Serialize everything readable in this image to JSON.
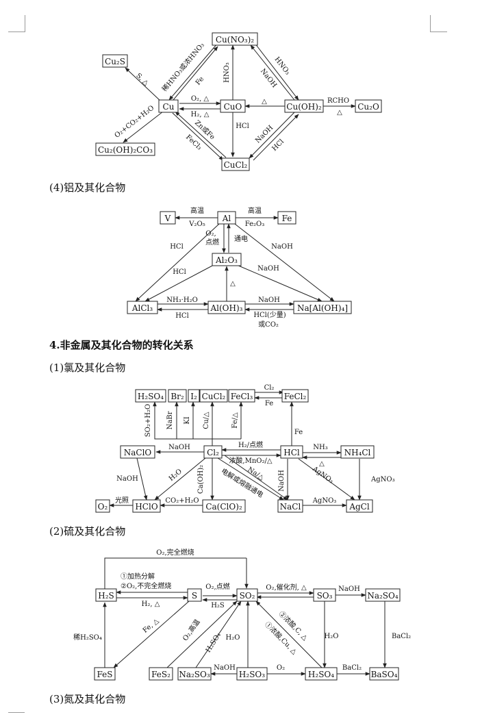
{
  "headings": {
    "al": "(4)铝及其化合物",
    "nonmetal": "4.非金属及其化合物的转化关系",
    "cl": "(1)氯及其化合物",
    "s": "(2)硫及其化合物",
    "n": "(3)氮及其化合物"
  },
  "cu": {
    "cu2s": "Cu₂S",
    "cuno32": "Cu(NO₃)₂",
    "cu": "Cu",
    "cuo": "CuO",
    "cuoh2": "Cu(OH)₂",
    "cu2o": "Cu₂O",
    "cu2oh2co3": "Cu₂(OH)₂CO₃",
    "cucl2": "CuCl₂",
    "l_s_heat": "S, △",
    "l_hno3": "稀HNO₃或浓HNO₃",
    "l_fe": "Fe",
    "l_hno3_v": "HNO₃",
    "l_hno3_2": "HNO₃",
    "l_naoh": "NaOH",
    "l_o2": "O₂, △",
    "l_h2": "H₂, △",
    "l_heat": "△",
    "l_rcho": "RCHO",
    "l_heat2": "△",
    "l_o2co2": "O₂+CO₂+H₂O",
    "l_hcl": "HCl",
    "l_znfe": "Zn或Fe",
    "l_fecl3": "FeCl₃",
    "l_naoh2": "NaOH",
    "l_hcl2": "HCl"
  },
  "al": {
    "v": "V",
    "al": "Al",
    "fe": "Fe",
    "al2o3": "Al₂O₃",
    "alcl3": "AlCl₃",
    "aloh3": "Al(OH)₃",
    "naaloh4": "Na[Al(OH)₄]",
    "l_gw1": "高温",
    "l_v2o5": "V₂O₅",
    "l_gw2": "高温",
    "l_fe2o3": "Fe₂O₃",
    "l_o2": "O₂,",
    "l_dr": "点燃",
    "l_td": "通电",
    "l_hcl1": "HCl",
    "l_naoh1": "NaOH",
    "l_hcl2": "HCl",
    "l_naoh2": "NaOH",
    "l_heat": "△",
    "l_nh3": "NH₃·H₂O",
    "l_hcl3": "HCl",
    "l_naoh3": "NaOH",
    "l_hclsl": "HCl(少量)",
    "l_co2": "或CO₂"
  },
  "cl": {
    "h2so4": "H₂SO₄",
    "br2": "Br₂",
    "i2": "I₂",
    "cucl2": "CuCl₂",
    "fecl3": "FeCl₃",
    "fecl2": "FeCl₂",
    "naclo": "NaClO",
    "cl2": "Cl₂",
    "hcl": "HCl",
    "nh4cl": "NH₄Cl",
    "o2": "O₂",
    "hclo": "HClO",
    "caclo2": "Ca(ClO)₂",
    "nacl": "NaCl",
    "agcl": "AgCl",
    "l_cl2": "Cl₂",
    "l_fe": "Fe",
    "l_so2": "SO₂+H₂O",
    "l_nabr": "NaBr",
    "l_ki": "KI",
    "l_cu": "Cu/△",
    "l_fe2": "Fe/△",
    "l_fe3": "Fe",
    "l_naoh": "NaOH",
    "l_h2": "H₂/点燃",
    "l_nh3": "NH₃",
    "l_heat": "△",
    "l_ns": "浓酸,MnO₂/△",
    "l_naoh2": "NaOH",
    "l_h2o": "H₂O",
    "l_caoh2": "Ca(OH)₂",
    "l_na": "Na/△",
    "l_dj": "电解或熔融通电",
    "l_naoh3": "NaOH",
    "l_agno3": "AgNO₃",
    "l_agno3b": "AgNO₃",
    "l_gz": "光照",
    "l_co2": "CO₂+H₂O",
    "l_agno3c": "AgNO₃"
  },
  "s": {
    "h2s": "H₂S",
    "s": "S",
    "so2": "SO₂",
    "so3": "SO₃",
    "na2so4": "Na₂SO₄",
    "fes": "FeS",
    "fes2": "FeS₂",
    "na2so3": "Na₂SO₃",
    "h2so3": "H₂SO₃",
    "h2so4": "H₂SO₄",
    "baso4": "BaSO₄",
    "l_top": "O₂,完全燃烧",
    "l_jr": "①加热分解",
    "l_bwq": "②O₂,不完全燃烧",
    "l_h2": "H₂, △",
    "l_o2dr": "O₂,点燃",
    "l_h2s": "H₂S",
    "l_o2chj": "O₂,催化剂, △",
    "l_naoh": "NaOH",
    "l_xh2so4": "稀H₂SO₄",
    "l_fe": "Fe, △",
    "l_o2gw": "O₂,高温",
    "l_h2so4": "H₂SO₄",
    "l_h2o": "H₂O",
    "l_nsc": "②浓酸,C, △",
    "l_nscu": "①浓酸,Cu, △",
    "l_h2o2": "H₂O",
    "l_bacl2": "BaCl₂",
    "l_naoh2": "NaOH",
    "l_o2": "O₂",
    "l_bacl2b": "BaCl₂"
  }
}
